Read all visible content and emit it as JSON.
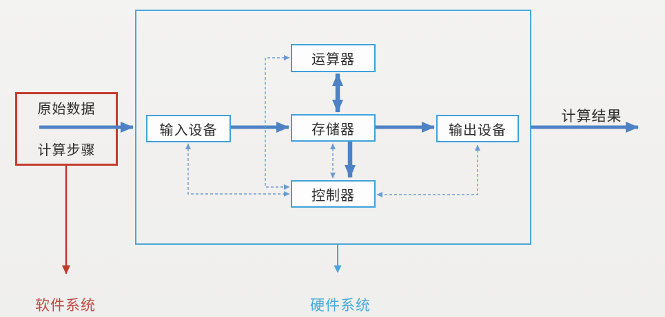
{
  "software_box": {
    "line1": "原始数据",
    "line2": "计算步骤"
  },
  "hardware_boxes": {
    "alu": "运算器",
    "input_device": "输入设备",
    "memory": "存储器",
    "output_device": "输出设备",
    "controller": "控制器"
  },
  "labels": {
    "result": "计算结果",
    "software_system": "软件系统",
    "hardware_system": "硬件系统"
  },
  "colors": {
    "solid_arrow_blue": "#4e82c4",
    "dashed_line_blue": "#6a9bd0",
    "component_border_blue": "#3ea2db",
    "outer_border_blue": "#49a5da",
    "red_accent": "#c33b2c",
    "software_label_red": "#be4a44",
    "hardware_label_blue": "#47abd8",
    "background": "#f1f0ee"
  }
}
